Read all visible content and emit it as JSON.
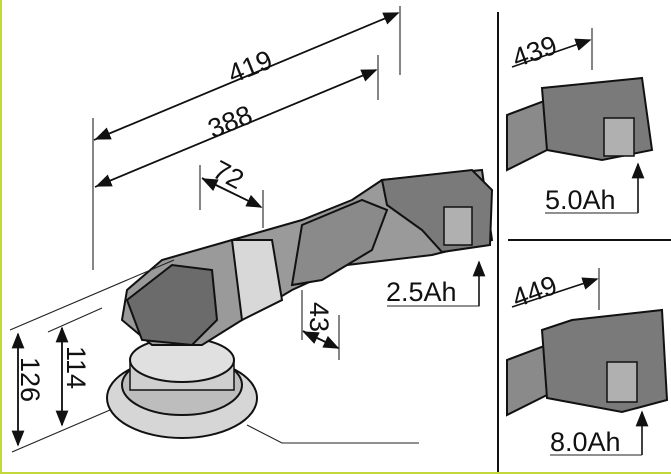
{
  "dimensions": {
    "overall_length_long": "419",
    "overall_length": "388",
    "grip_offset": "72",
    "grip_width": "43",
    "height_total": "126",
    "height_body": "114"
  },
  "batteries": [
    {
      "capacity": "2.5Ah"
    },
    {
      "capacity": "5.0Ah",
      "length": "439"
    },
    {
      "capacity": "8.0Ah",
      "length": "449"
    }
  ],
  "colors": {
    "frame": "#c3d83a",
    "tool_dark": "#6b6b6b",
    "tool_mid": "#a6a6a6",
    "tool_light": "#d4d4d4"
  }
}
